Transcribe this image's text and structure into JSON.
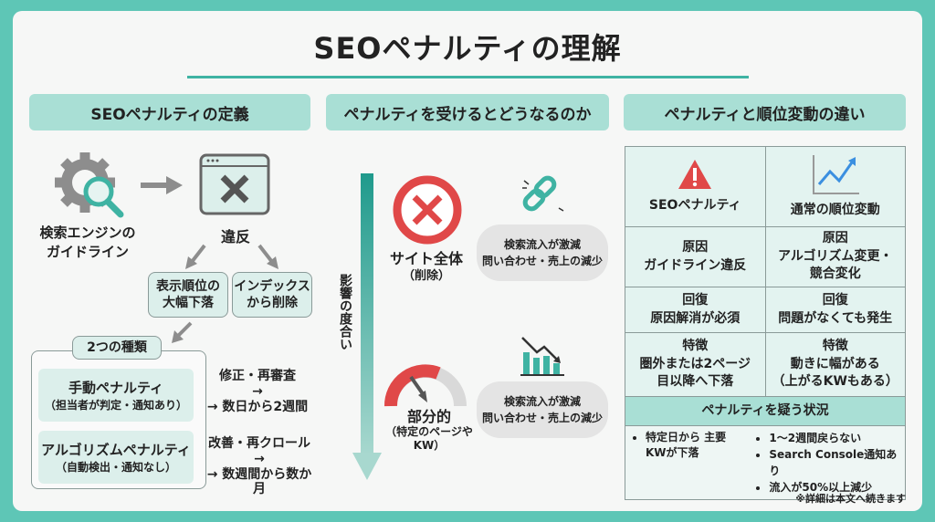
{
  "title": "SEOペナルティの理解",
  "sections": [
    "SEOペナルティの定義",
    "ペナルティを受けるとどうなるのか",
    "ペナルティと順位変動の違い"
  ],
  "definition": {
    "guideline": [
      "検索エンジンの",
      "ガイドライン"
    ],
    "violation": "違反",
    "outcomes": [
      [
        "表示順位の",
        "大幅下落"
      ],
      [
        "インデックス",
        "から削除"
      ]
    ],
    "types_label": "2つの種類",
    "types": [
      {
        "name": "手動ペナルティ",
        "detail": "（担当者が判定・通知あり）",
        "steps": "修正・再審査",
        "arrow": "→",
        "duration": "→ 数日から2週間"
      },
      {
        "name": "アルゴリズムペナルティ",
        "detail": "（自動検出・通知なし）",
        "steps": "改善・再クロール",
        "arrow": "→",
        "duration": "→ 数週間から数か月"
      }
    ]
  },
  "impact": {
    "axis_label": "影響の度合い",
    "levels": [
      {
        "name": "サイト全体",
        "detail": "（削除）",
        "bubble": [
          "検索流入が激減",
          "問い合わせ・売上の減少"
        ]
      },
      {
        "name": "部分的",
        "detail": "（特定のページやKW）",
        "bubble": [
          "検索流入が激減",
          "問い合わせ・売上の減少"
        ]
      }
    ]
  },
  "compare": {
    "headers": [
      "SEOペナルティ",
      "通常の順位変動"
    ],
    "rows": [
      [
        [
          "原因",
          "ガイドライン違反"
        ],
        [
          "原因",
          "アルゴリズム変更・",
          "競合変化"
        ]
      ],
      [
        [
          "回復",
          "原因解消が必須"
        ],
        [
          "回復",
          "問題がなくても発生"
        ]
      ],
      [
        [
          "特徴",
          "圏外または2ページ",
          "目以降へ下落"
        ],
        [
          "特徴",
          "動きに幅がある",
          "（上がるKWもある）"
        ]
      ]
    ],
    "suspect_title": "ペナルティを疑う状況",
    "suspect_left": [
      "特定日から 主要KWが下落"
    ],
    "suspect_right": [
      "1〜2週間戻らない",
      "Search Console通知あり",
      "流入が50%以上減少"
    ]
  },
  "footnote": "※詳細は本文へ続きます",
  "colors": {
    "accent": "#3fb3a3",
    "header": "#a9dfd5",
    "danger": "#e04848",
    "frame": "#5ec6b6"
  }
}
